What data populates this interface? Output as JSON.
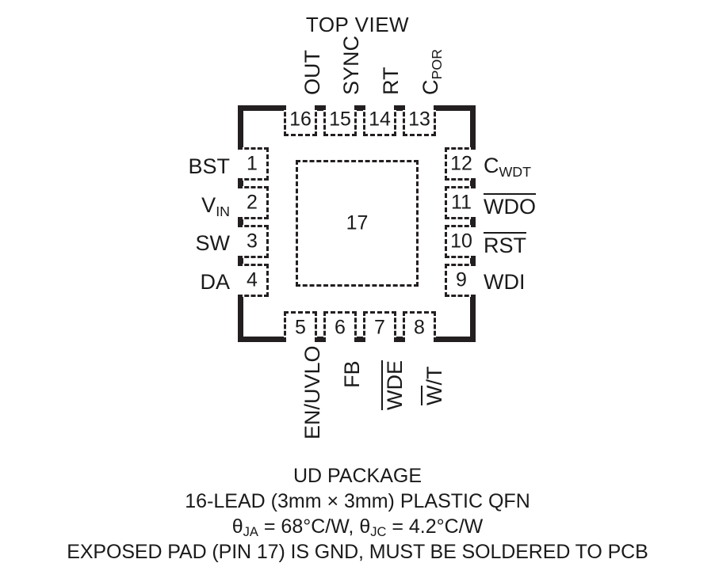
{
  "diagram": {
    "title": "TOP VIEW",
    "package_body": {
      "outline_color": "#231f20"
    },
    "exposed_pad": {
      "number": "17",
      "name": "exposed-pad-pin-17"
    },
    "pins": {
      "left": [
        {
          "number": "1",
          "label": "BST",
          "label_kind": "plain"
        },
        {
          "number": "2",
          "label": "V",
          "sub": "IN",
          "label_kind": "sub"
        },
        {
          "number": "3",
          "label": "SW",
          "label_kind": "plain"
        },
        {
          "number": "4",
          "label": "DA",
          "label_kind": "plain"
        }
      ],
      "bottom": [
        {
          "number": "5",
          "label": "EN/UVLO",
          "label_kind": "plain"
        },
        {
          "number": "6",
          "label": "FB",
          "label_kind": "plain"
        },
        {
          "number": "7",
          "label": "WDE",
          "label_kind": "overline"
        },
        {
          "number": "8",
          "label": "W",
          "label_tail": "/T",
          "label_kind": "overline-partial"
        }
      ],
      "right": [
        {
          "number": "9",
          "label": "WDI",
          "label_kind": "plain"
        },
        {
          "number": "10",
          "label": "RST",
          "label_kind": "overline"
        },
        {
          "number": "11",
          "label": "WDO",
          "label_kind": "overline"
        },
        {
          "number": "12",
          "label": "C",
          "sub": "WDT",
          "label_kind": "sub"
        }
      ],
      "top": [
        {
          "number": "13",
          "label": "C",
          "sub": "POR",
          "label_kind": "sub"
        },
        {
          "number": "14",
          "label": "RT",
          "label_kind": "plain"
        },
        {
          "number": "15",
          "label": "SYNC",
          "label_kind": "plain"
        },
        {
          "number": "16",
          "label": "OUT",
          "label_kind": "plain"
        }
      ]
    },
    "caption": {
      "line1": "UD PACKAGE",
      "line2": "16-LEAD (3mm × 3mm) PLASTIC QFN",
      "line3_prefix": "θ",
      "line3_sub1": "JA",
      "line3_mid": " = 68°C/W, ",
      "line3_prefix2": "θ",
      "line3_sub2": "JC",
      "line3_tail": " = 4.2°C/W",
      "line4": "EXPOSED PAD (PIN 17) IS GND, MUST BE SOLDERED TO PCB"
    }
  }
}
